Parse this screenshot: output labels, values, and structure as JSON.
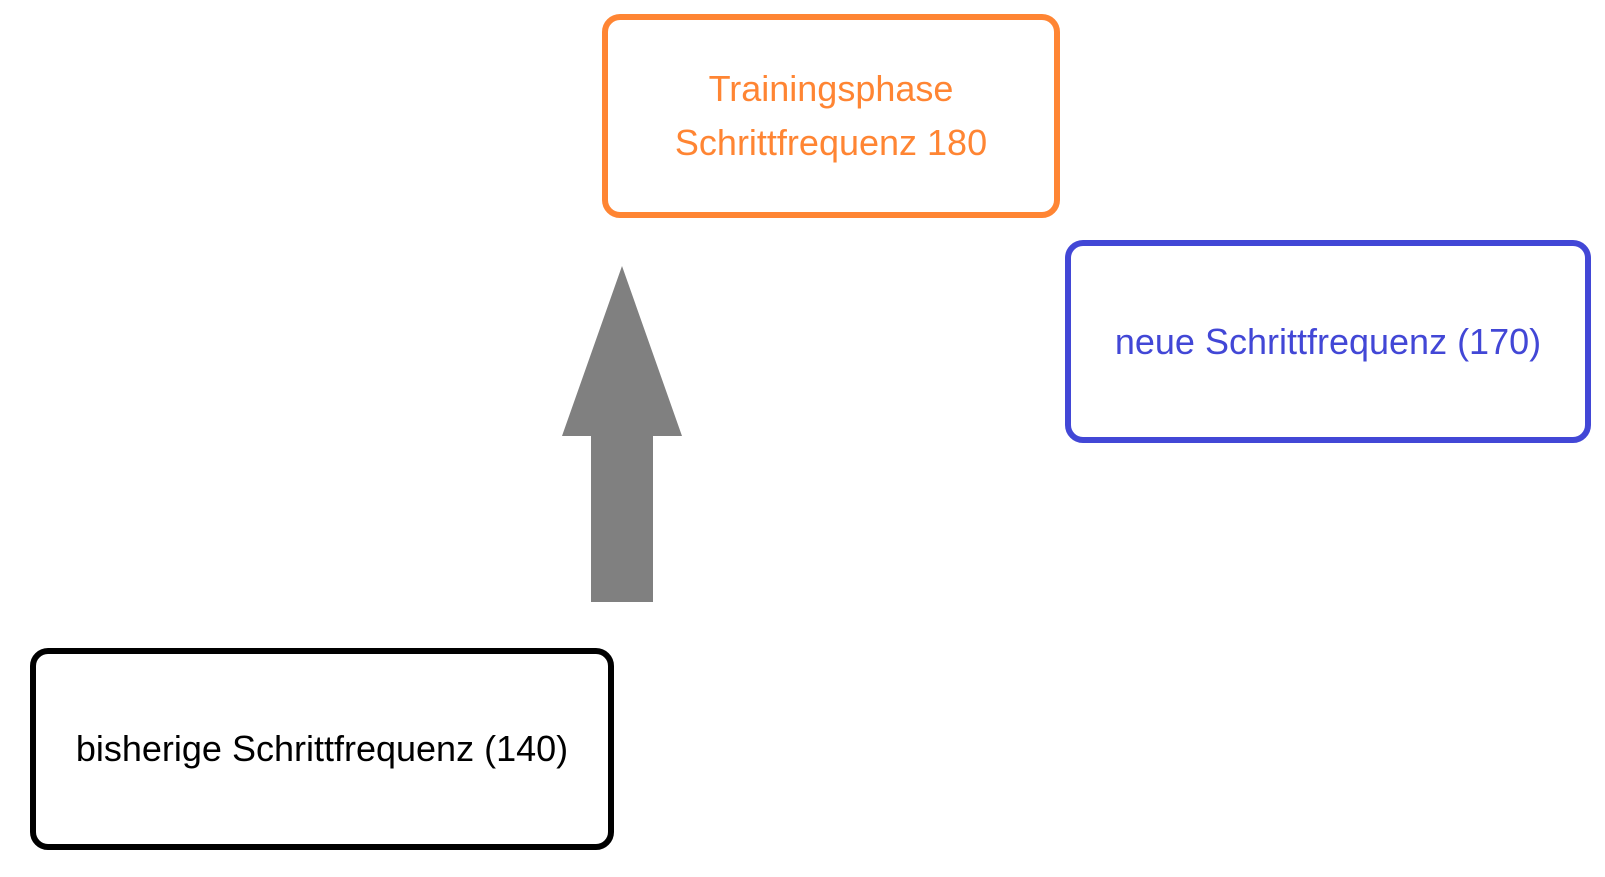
{
  "diagram": {
    "training_box": {
      "line1": "Trainingsphase",
      "line2": "Schrittfrequenz 180",
      "color": "#ff8533"
    },
    "new_box": {
      "label": "neue Schrittfrequenz (170)",
      "color": "#4247d6"
    },
    "previous_box": {
      "label": "bisherige Schrittfrequenz (140)",
      "color": "#000000"
    },
    "arrow": {
      "icon": "up-arrow-icon",
      "color": "#808080"
    }
  }
}
